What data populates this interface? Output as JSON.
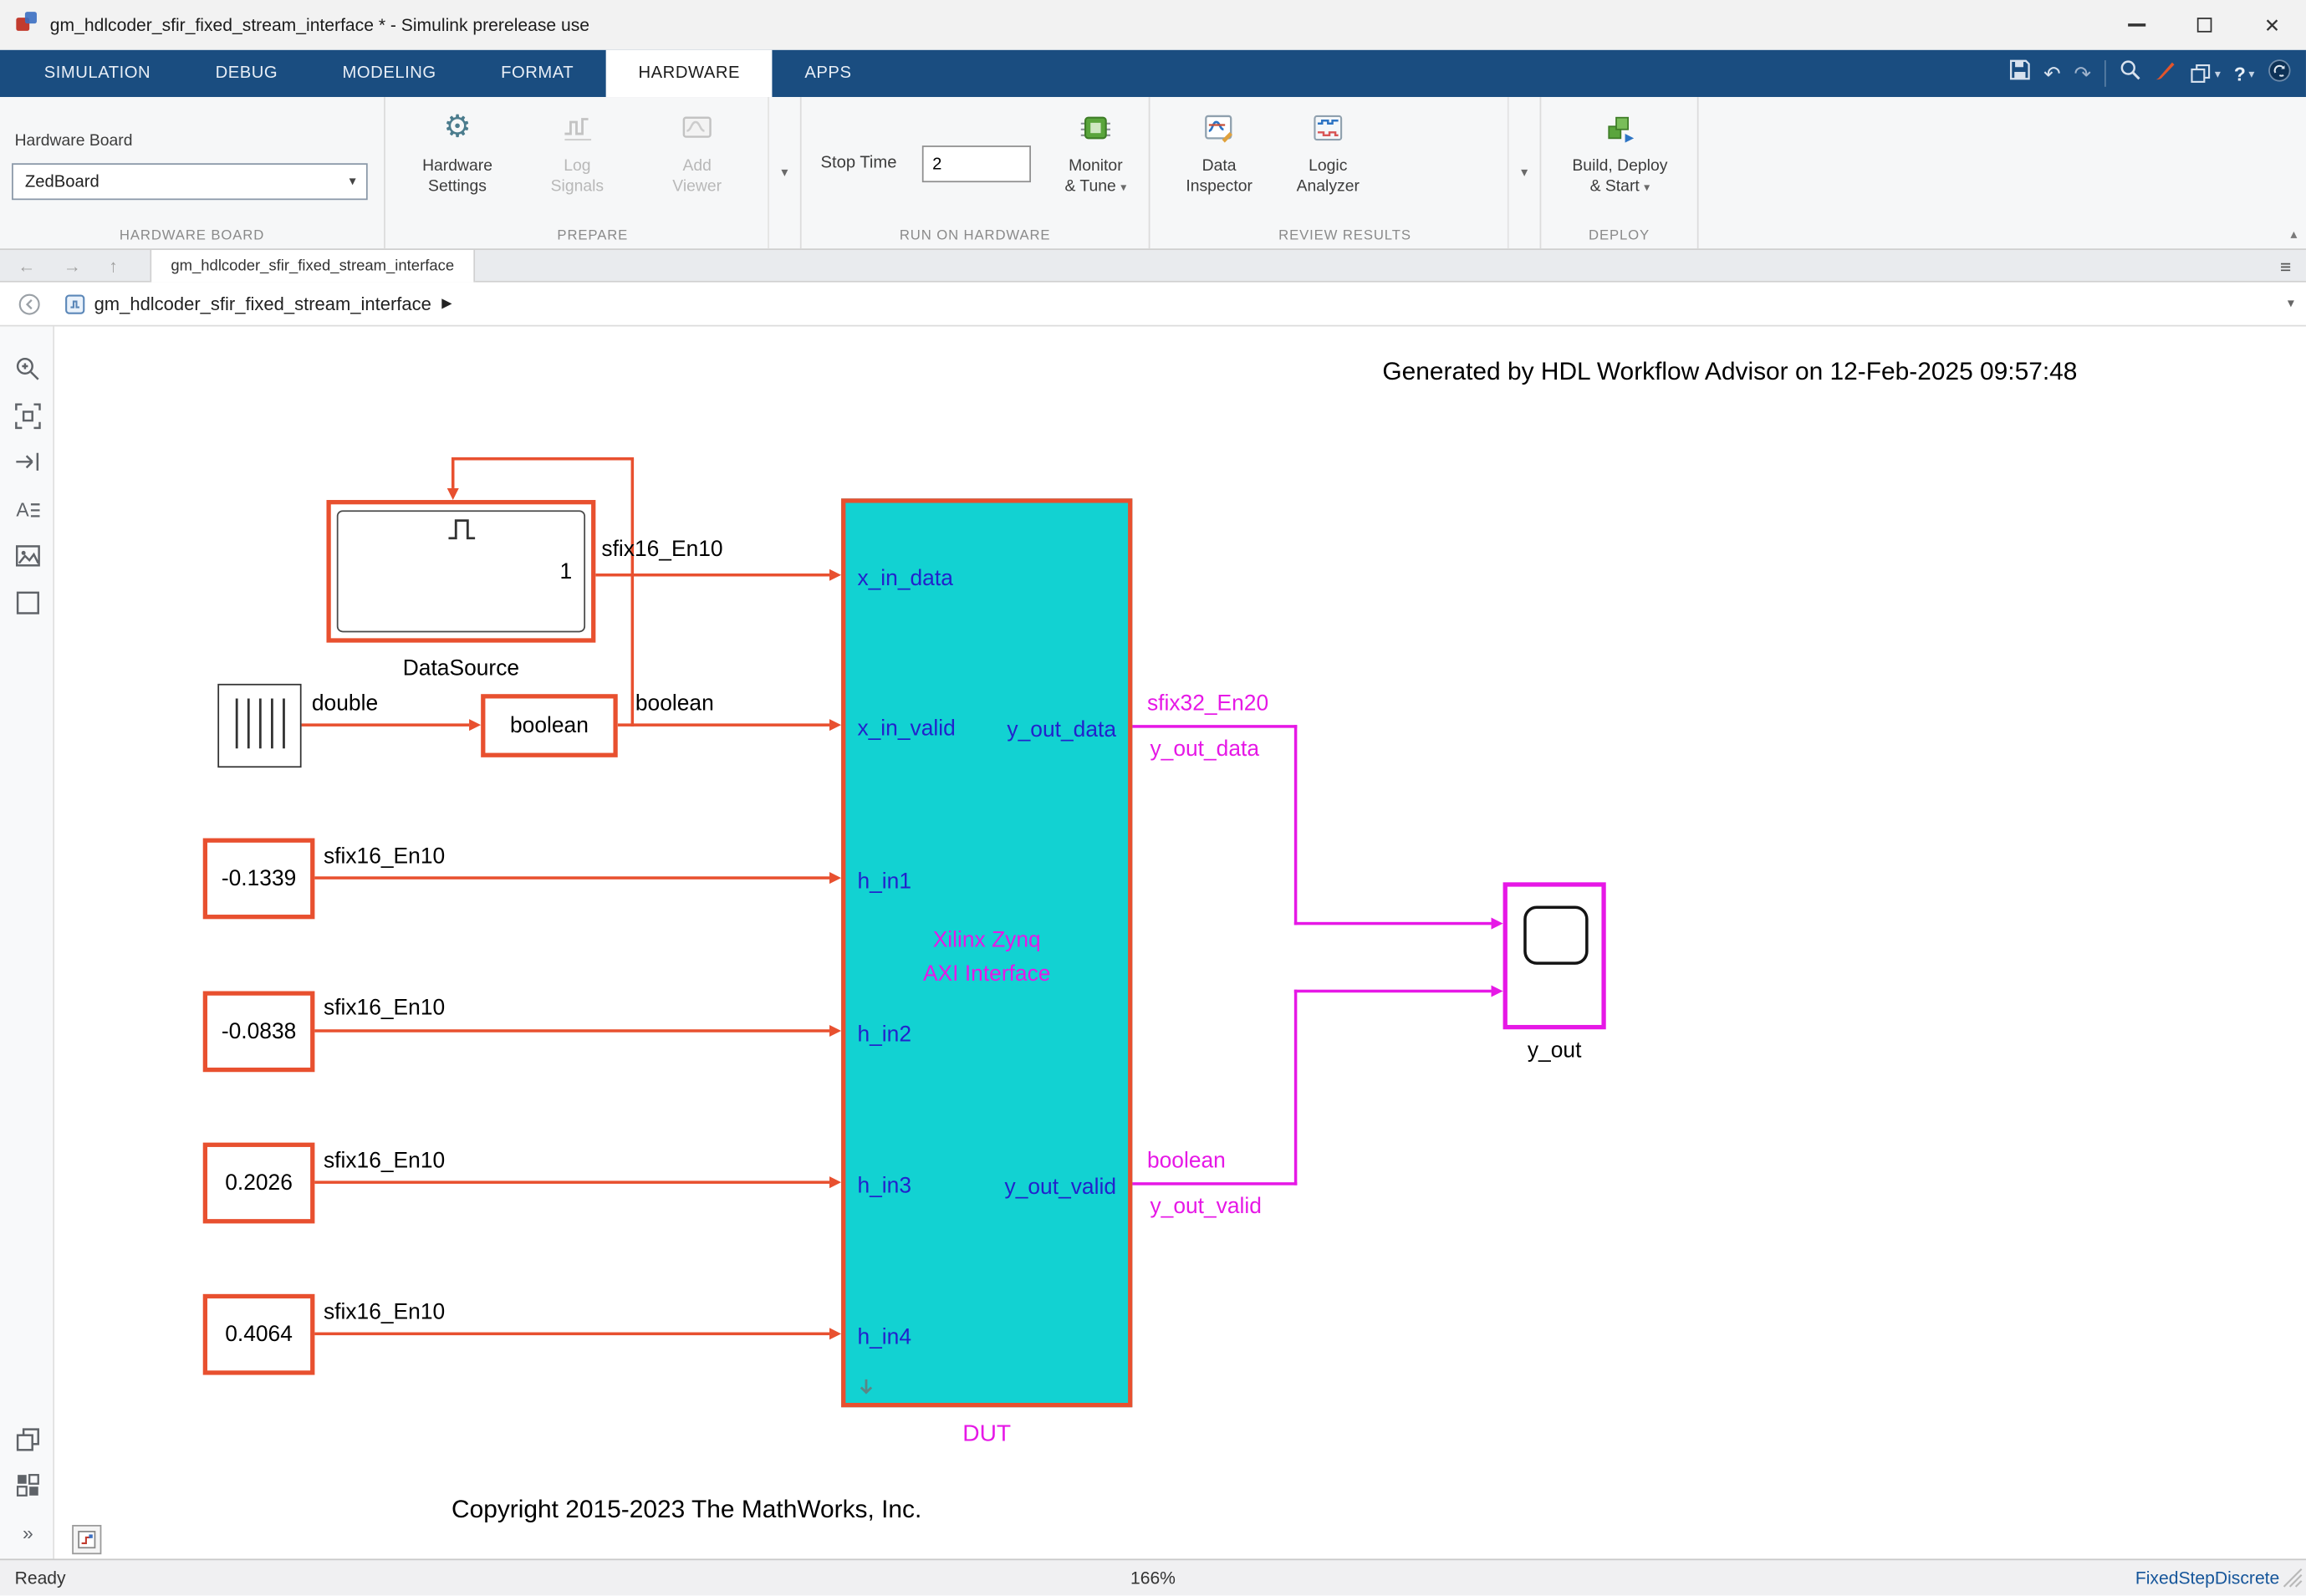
{
  "colors": {
    "ribbon_blue": "#1a4d80",
    "selection_red": "#e8502f",
    "dut_fill": "#12d2d2",
    "signal_magenta": "#e618e6",
    "port_label_blue": "#2222cc"
  },
  "window": {
    "title": "gm_hdlcoder_sfir_fixed_stream_interface * - Simulink prerelease use"
  },
  "ribbon": {
    "tabs": [
      {
        "label": "SIMULATION"
      },
      {
        "label": "DEBUG"
      },
      {
        "label": "MODELING"
      },
      {
        "label": "FORMAT"
      },
      {
        "label": "HARDWARE"
      },
      {
        "label": "APPS"
      }
    ]
  },
  "toolstrip": {
    "hardware_board": {
      "field_label": "Hardware Board",
      "value": "ZedBoard",
      "section_label": "HARDWARE BOARD"
    },
    "prepare": {
      "section_label": "PREPARE",
      "hardware_settings": {
        "line1": "Hardware",
        "line2": "Settings"
      },
      "log_signals": {
        "line1": "Log",
        "line2": "Signals"
      },
      "add_viewer": {
        "line1": "Add",
        "line2": "Viewer"
      }
    },
    "run_on_hardware": {
      "section_label": "RUN ON HARDWARE",
      "stop_time_label": "Stop Time",
      "stop_time_value": "2",
      "monitor_tune": {
        "line1": "Monitor",
        "line2": "& Tune"
      }
    },
    "review_results": {
      "section_label": "REVIEW RESULTS",
      "data_inspector": {
        "line1": "Data",
        "line2": "Inspector"
      },
      "logic_analyzer": {
        "line1": "Logic",
        "line2": "Analyzer"
      }
    },
    "deploy": {
      "section_label": "DEPLOY",
      "build_deploy": {
        "line1": "Build, Deploy",
        "line2": "& Start"
      }
    }
  },
  "document": {
    "tab_title": "gm_hdlcoder_sfir_fixed_stream_interface",
    "breadcrumb": "gm_hdlcoder_sfir_fixed_stream_interface"
  },
  "canvas": {
    "annotation": "Generated by HDL Workflow Advisor on 12-Feb-2025 09:57:48",
    "copyright": "Copyright 2015-2023 The MathWorks, Inc.",
    "datasource": {
      "label": "DataSource",
      "port_number": "1",
      "out_signal_type": "sfix16_En10"
    },
    "clock": {
      "type_label": "double"
    },
    "boolean_block": {
      "label": "boolean",
      "signal_type": "boolean"
    },
    "constants": [
      {
        "value": "-0.1339",
        "signal_type": "sfix16_En10"
      },
      {
        "value": "-0.0838",
        "signal_type": "sfix16_En10"
      },
      {
        "value": "0.2026",
        "signal_type": "sfix16_En10"
      },
      {
        "value": "0.4064",
        "signal_type": "sfix16_En10"
      }
    ],
    "dut": {
      "label": "DUT",
      "title_line1": "Xilinx Zynq",
      "title_line2": "AXI Interface",
      "in_ports": [
        "x_in_data",
        "x_in_valid",
        "h_in1",
        "h_in2",
        "h_in3",
        "h_in4"
      ],
      "out_ports": [
        "y_out_data",
        "y_out_valid"
      ]
    },
    "y_out_data_signal": {
      "type": "sfix32_En20",
      "name": "y_out_data"
    },
    "y_out_valid_signal": {
      "type": "boolean",
      "name": "y_out_valid"
    },
    "scope": {
      "label": "y_out"
    }
  },
  "statusbar": {
    "state": "Ready",
    "zoom": "166%",
    "solver": "FixedStepDiscrete"
  }
}
